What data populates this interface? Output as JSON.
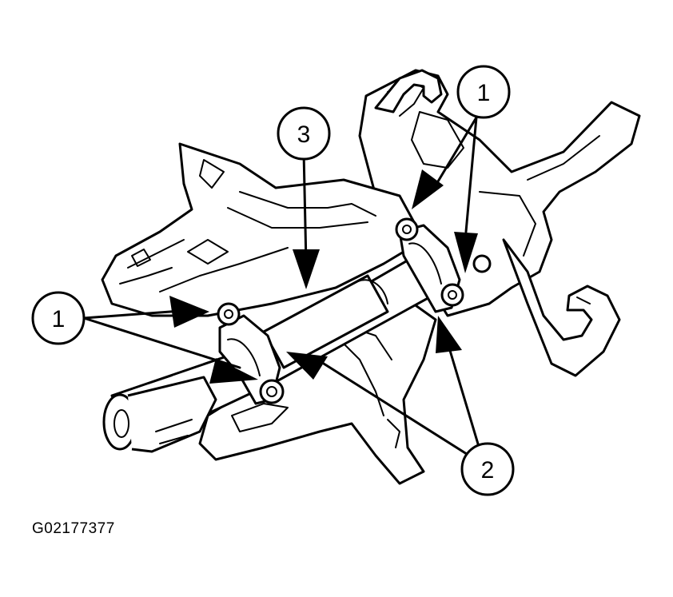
{
  "figure": {
    "id_label": "G02177377"
  },
  "callouts": {
    "left_one": "1",
    "right_one": "1",
    "three": "3",
    "two": "2"
  },
  "colors": {
    "ink": "#000000",
    "paper": "#ffffff"
  }
}
